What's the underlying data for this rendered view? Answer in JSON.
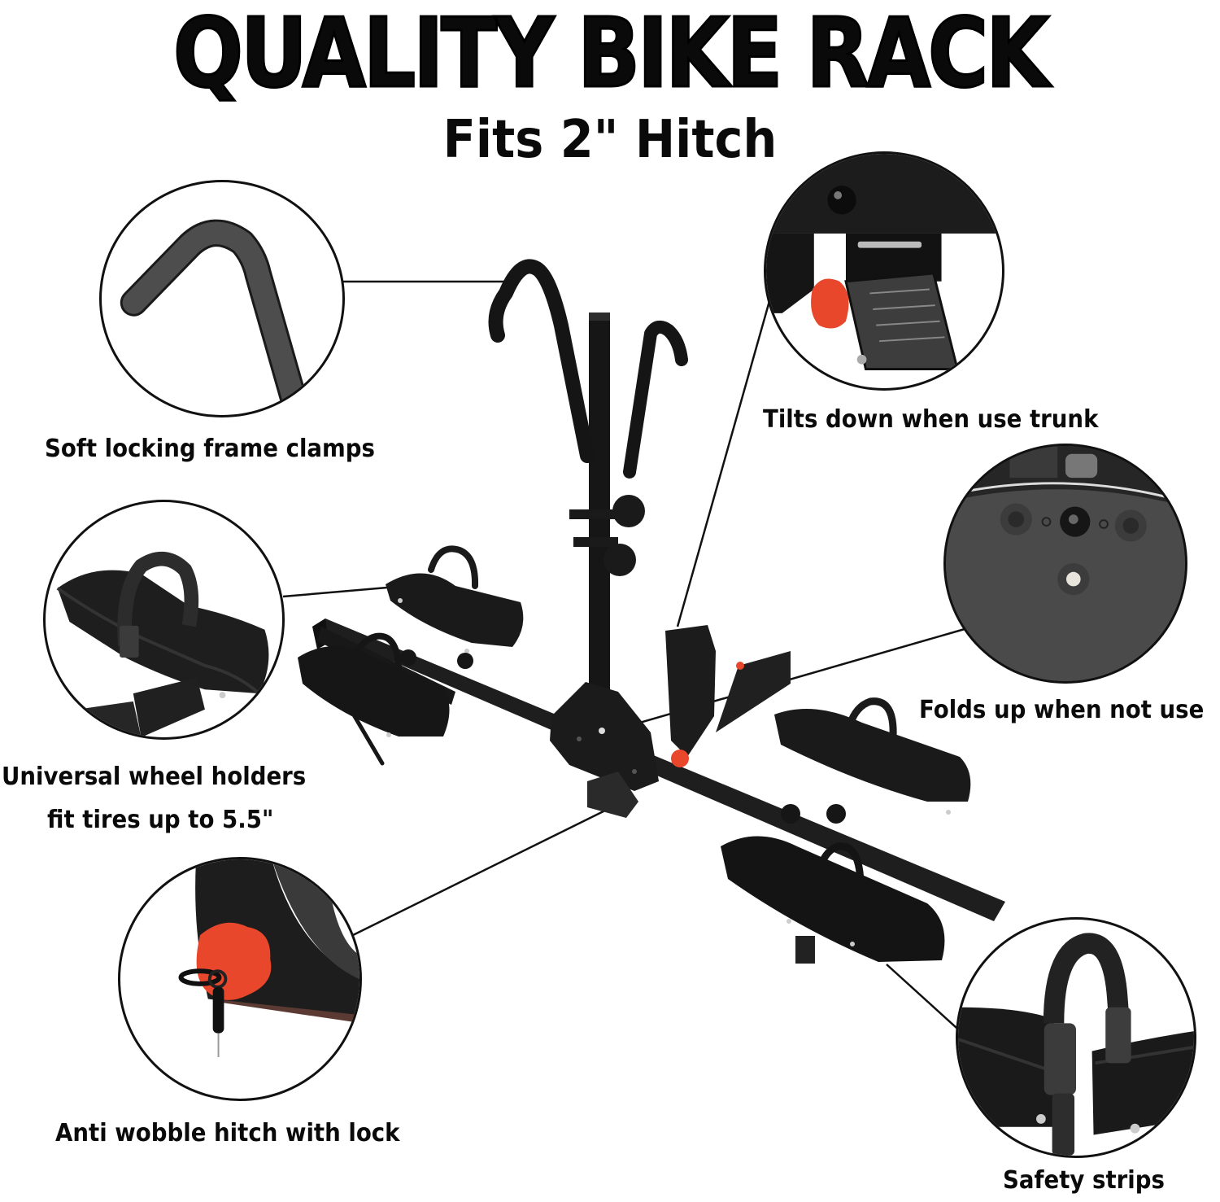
{
  "header": {
    "title": "QUALITY BIKE RACK",
    "subtitle": "Fits 2\" Hitch"
  },
  "features": [
    {
      "id": "frame-clamps",
      "label": "Soft locking frame clamps",
      "icon": "hook-clamp-icon"
    },
    {
      "id": "tilt-down",
      "label": "Tilts down when use trunk",
      "icon": "tilt-lever-icon"
    },
    {
      "id": "fold-up",
      "label": "Folds up when not use",
      "icon": "fold-plate-icon"
    },
    {
      "id": "wheel-holders",
      "label_line1": "Universal wheel holders",
      "label_line2": "fit tires up to 5.5\"",
      "icon": "wheel-tray-icon"
    },
    {
      "id": "anti-wobble",
      "label": "Anti wobble hitch with lock",
      "icon": "lock-knob-icon"
    },
    {
      "id": "safety-strips",
      "label": "Safety strips",
      "icon": "ratchet-strap-icon"
    }
  ],
  "colors": {
    "rack_black": "#1c1c1c",
    "rack_dark": "#2b2b2b",
    "accent_orange": "#e8472c",
    "plate_grey": "#4a4a4a",
    "background": "#ffffff"
  }
}
